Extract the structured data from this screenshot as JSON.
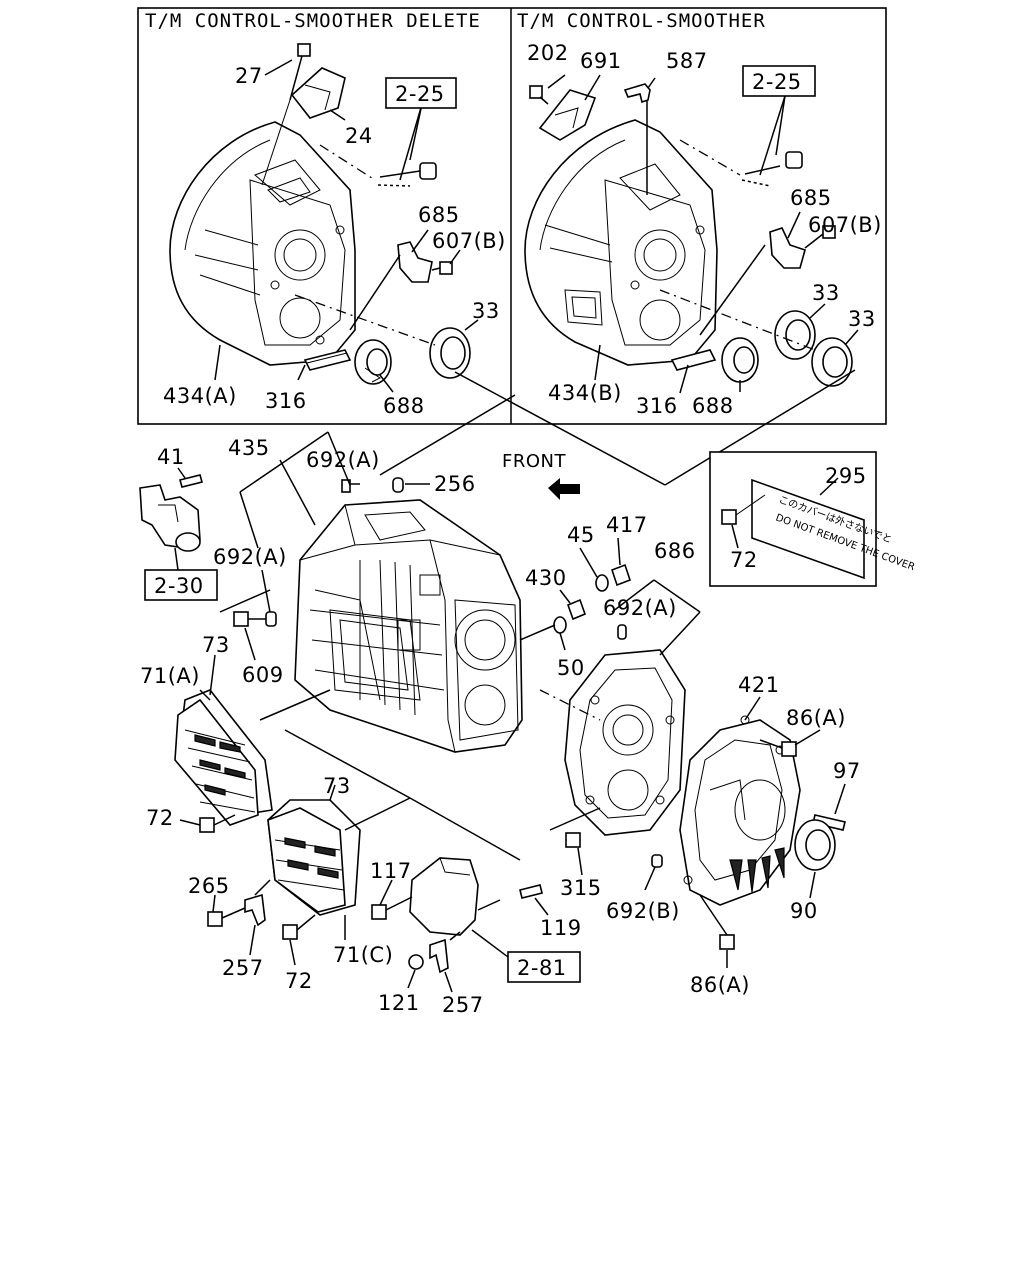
{
  "panels": {
    "left_title": "T/M CONTROL-SMOOTHER DELETE",
    "right_title": "T/M CONTROL-SMOOTHER"
  },
  "references": {
    "ref_2_25_left": "2-25",
    "ref_2_25_right": "2-25",
    "ref_2_30": "2-30",
    "ref_2_81": "2-81"
  },
  "labels": {
    "p27": "27",
    "p24": "24",
    "p685_left": "685",
    "p607b_left": "607(B)",
    "p33_left": "33",
    "p434a": "434(A)",
    "p316_left": "316",
    "p688_left": "688",
    "p202": "202",
    "p691": "691",
    "p587": "587",
    "p685_right": "685",
    "p607b_right": "607(B)",
    "p33_right_a": "33",
    "p33_right_b": "33",
    "p434b": "434(B)",
    "p316_right": "316",
    "p688_right": "688",
    "p41": "41",
    "p435": "435",
    "p692a_top": "692(A)",
    "p256": "256",
    "front": "FRONT",
    "p295": "295",
    "p72_sign": "72",
    "p692a_left": "692(A)",
    "p45": "45",
    "p417": "417",
    "p686": "686",
    "p430": "430",
    "p692a_right": "692(A)",
    "p50": "50",
    "p609": "609",
    "p73_top": "73",
    "p71a": "71(A)",
    "p421": "421",
    "p86a_top": "86(A)",
    "p97": "97",
    "p72_left": "72",
    "p73_mid": "73",
    "p315": "315",
    "p265": "265",
    "p117": "117",
    "p119": "119",
    "p692b": "692(B)",
    "p90": "90",
    "p257_left": "257",
    "p72_bottom": "72",
    "p71c": "71(C)",
    "p121": "121",
    "p257_right": "257",
    "p86a_bottom": "86(A)"
  },
  "sign_text": {
    "line1": "このカバーは外さないでと",
    "line2": "DO NOT REMOVE THE COVER"
  },
  "icons": {
    "front_arrow": "front-arrow-icon"
  }
}
